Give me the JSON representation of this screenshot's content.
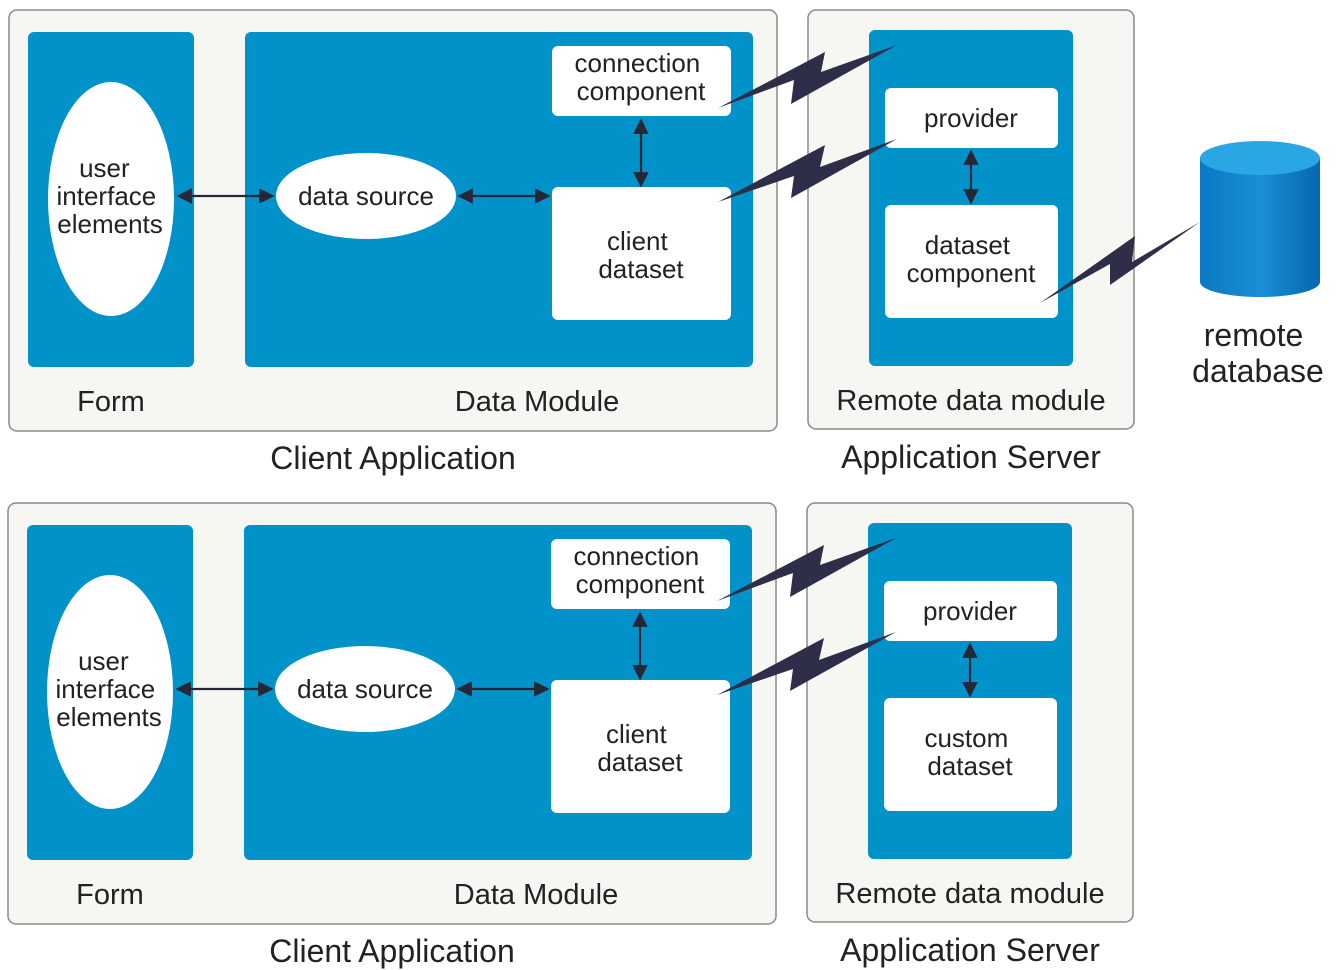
{
  "diagrams": [
    {
      "client_application_label": "Client Application",
      "form_label": "Form",
      "ui_elements_lines": [
        "user",
        "interface",
        "elements"
      ],
      "data_module_label": "Data Module",
      "data_source_label": "data source",
      "connection_component_lines": [
        "connection",
        "component"
      ],
      "client_dataset_lines": [
        "client",
        "dataset"
      ],
      "application_server_label": "Application Server",
      "remote_data_module_label": "Remote data module",
      "provider_label": "provider",
      "server_dataset_lines": [
        "dataset",
        "component"
      ],
      "remote_database_lines": [
        "remote",
        "database"
      ]
    },
    {
      "client_application_label": "Client Application",
      "form_label": "Form",
      "ui_elements_lines": [
        "user",
        "interface",
        "elements"
      ],
      "data_module_label": "Data Module",
      "data_source_label": "data source",
      "connection_component_lines": [
        "connection",
        "component"
      ],
      "client_dataset_lines": [
        "client",
        "dataset"
      ],
      "application_server_label": "Application Server",
      "remote_data_module_label": "Remote data module",
      "provider_label": "provider",
      "server_dataset_lines": [
        "custom",
        "dataset"
      ]
    }
  ],
  "colors": {
    "module_blue": "#0092c8",
    "frame_fill": "#f6f6f3",
    "lightning": "#2e2e48",
    "database_top": "#29a6e3",
    "database_body": "#0a78c2"
  }
}
